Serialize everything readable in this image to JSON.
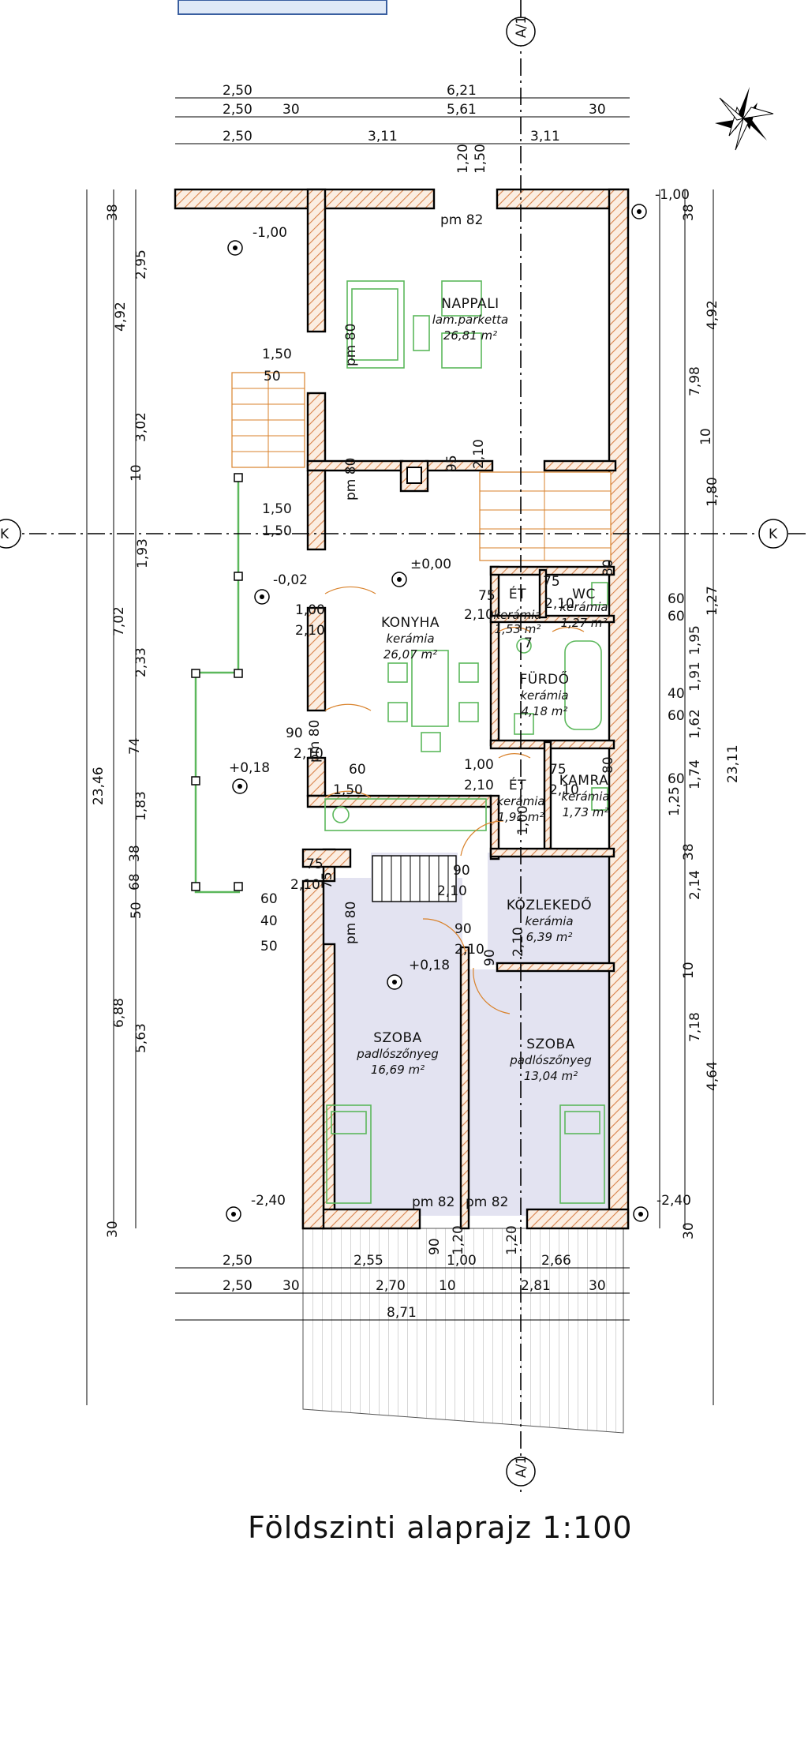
{
  "title": "Földszinti alaprajz 1:100",
  "dimensions": {
    "top_row1": [
      "2,50",
      "6,21"
    ],
    "top_row2": [
      "2,50",
      "30",
      "5,61",
      "30"
    ],
    "top_row3": [
      "2,50",
      "3,11",
      "3,11"
    ],
    "top_vertical": [
      "1,20",
      "1,50"
    ],
    "left_outer": [
      "23,46"
    ],
    "left_mid": [
      "4,92",
      "3,02",
      "10",
      "1,93",
      "7,02",
      "2,33",
      "74",
      "1,83",
      "38",
      "50",
      "6,88",
      "5,63"
    ],
    "left_inner": [
      "38",
      "2,95",
      "68",
      "30"
    ],
    "right_outer": [
      "23,11"
    ],
    "right_mid": [
      "7,98",
      "4,92",
      "10",
      "1,80",
      "1,27",
      "1,95",
      "1,91",
      "1,62",
      "1,74",
      "1,25",
      "2,14",
      "10",
      "7,18",
      "4,64"
    ],
    "right_inner": [
      "38",
      "60",
      "60",
      "40",
      "60",
      "60",
      "38",
      "30"
    ],
    "bottom_row1": [
      "2,50",
      "2,55",
      "1,00",
      "2,66"
    ],
    "bottom_row2": [
      "2,50",
      "30",
      "2,70",
      "10",
      "2,81",
      "30"
    ],
    "bottom_row3": [
      "8,71"
    ],
    "bottom_vertical": [
      "90",
      "1,20",
      "1,20"
    ],
    "openings": [
      "pm 82",
      "pm 80",
      "pm 80",
      "pm 80",
      "pm 80",
      "pm 82",
      "pm 82",
      "1,50",
      "50",
      "1,50",
      "1,50",
      "95",
      "2,10",
      "1,00",
      "2,10",
      "90",
      "2,10",
      "60",
      "1,50",
      "75",
      "2,10",
      "75",
      "2,10",
      "1,00",
      "2,10",
      "75",
      "2,10",
      "1,00",
      "90",
      "2,10",
      "75",
      "2,10",
      "60",
      "40",
      "50",
      "90",
      "2,10",
      "90",
      "2,10",
      "75",
      "80",
      "80",
      "7"
    ]
  },
  "levels": [
    "-1,00",
    "-1,00",
    "±0,00",
    "-0,02",
    "+0,18",
    "+0,18",
    "-2,40",
    "-2,40"
  ],
  "axis_labels": [
    "A/1",
    "A/1",
    "K",
    "K"
  ],
  "rooms": {
    "nappali": {
      "name": "NAPPALI",
      "floor": "lam.parketta",
      "area": "26,81 m²"
    },
    "konyha": {
      "name": "KONYHA",
      "floor": "kerámia",
      "area": "26,07 m²"
    },
    "et1": {
      "name": "ÉT",
      "floor": "kerámia",
      "area": "1,53 m²"
    },
    "wc": {
      "name": "WC",
      "floor": "kerámia",
      "area": "1,27 m²"
    },
    "furdo": {
      "name": "FÜRDŐ",
      "floor": "kerámia",
      "area": "4,18 m²"
    },
    "et2": {
      "name": "ÉT",
      "floor": "kerámia",
      "area": "1,91 m²"
    },
    "kamra": {
      "name": "KAMRA",
      "floor": "kerámia",
      "area": "1,73 m²"
    },
    "kozlekedo": {
      "name": "KÖZLEKEDŐ",
      "floor": "kerámia",
      "area": "6,39 m²"
    },
    "szoba1": {
      "name": "SZOBA",
      "floor": "padlószőnyeg",
      "area": "16,69 m²"
    },
    "szoba2": {
      "name": "SZOBA",
      "floor": "padlószőnyeg",
      "area": "13,04 m²"
    }
  },
  "colors": {
    "wall_hatch": "#d9824a",
    "furniture": "#5cb85c",
    "bedroom_fill": "#e3e3f1",
    "door": "#d9822b"
  }
}
